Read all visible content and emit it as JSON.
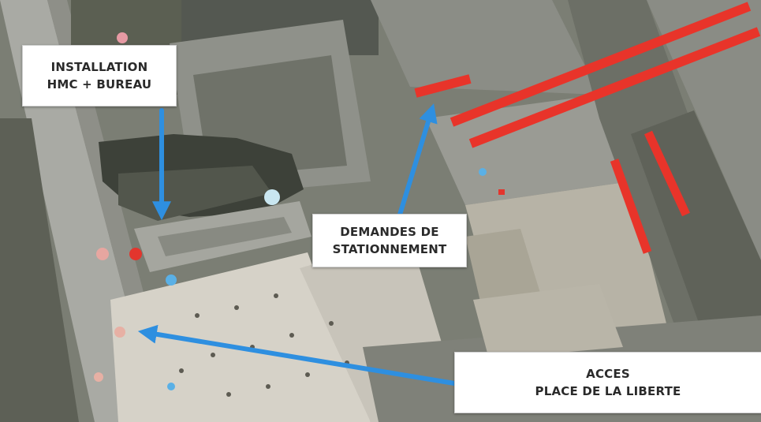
{
  "labels": {
    "installation": {
      "line1": "INSTALLATION",
      "line2": "HMC + BUREAU"
    },
    "stationnement": {
      "line1": "DEMANDES DE",
      "line2": "STATIONNEMENT"
    },
    "acces": {
      "line1": "ACCES",
      "line2": "PLACE DE LA LIBERTE"
    }
  },
  "colors": {
    "arrow": "#2e8fe0",
    "parking_request": "#e8342a",
    "building_roof": "#8a8c86",
    "plaza": "#d4d0c6",
    "vegetation": "#4a4e40"
  }
}
